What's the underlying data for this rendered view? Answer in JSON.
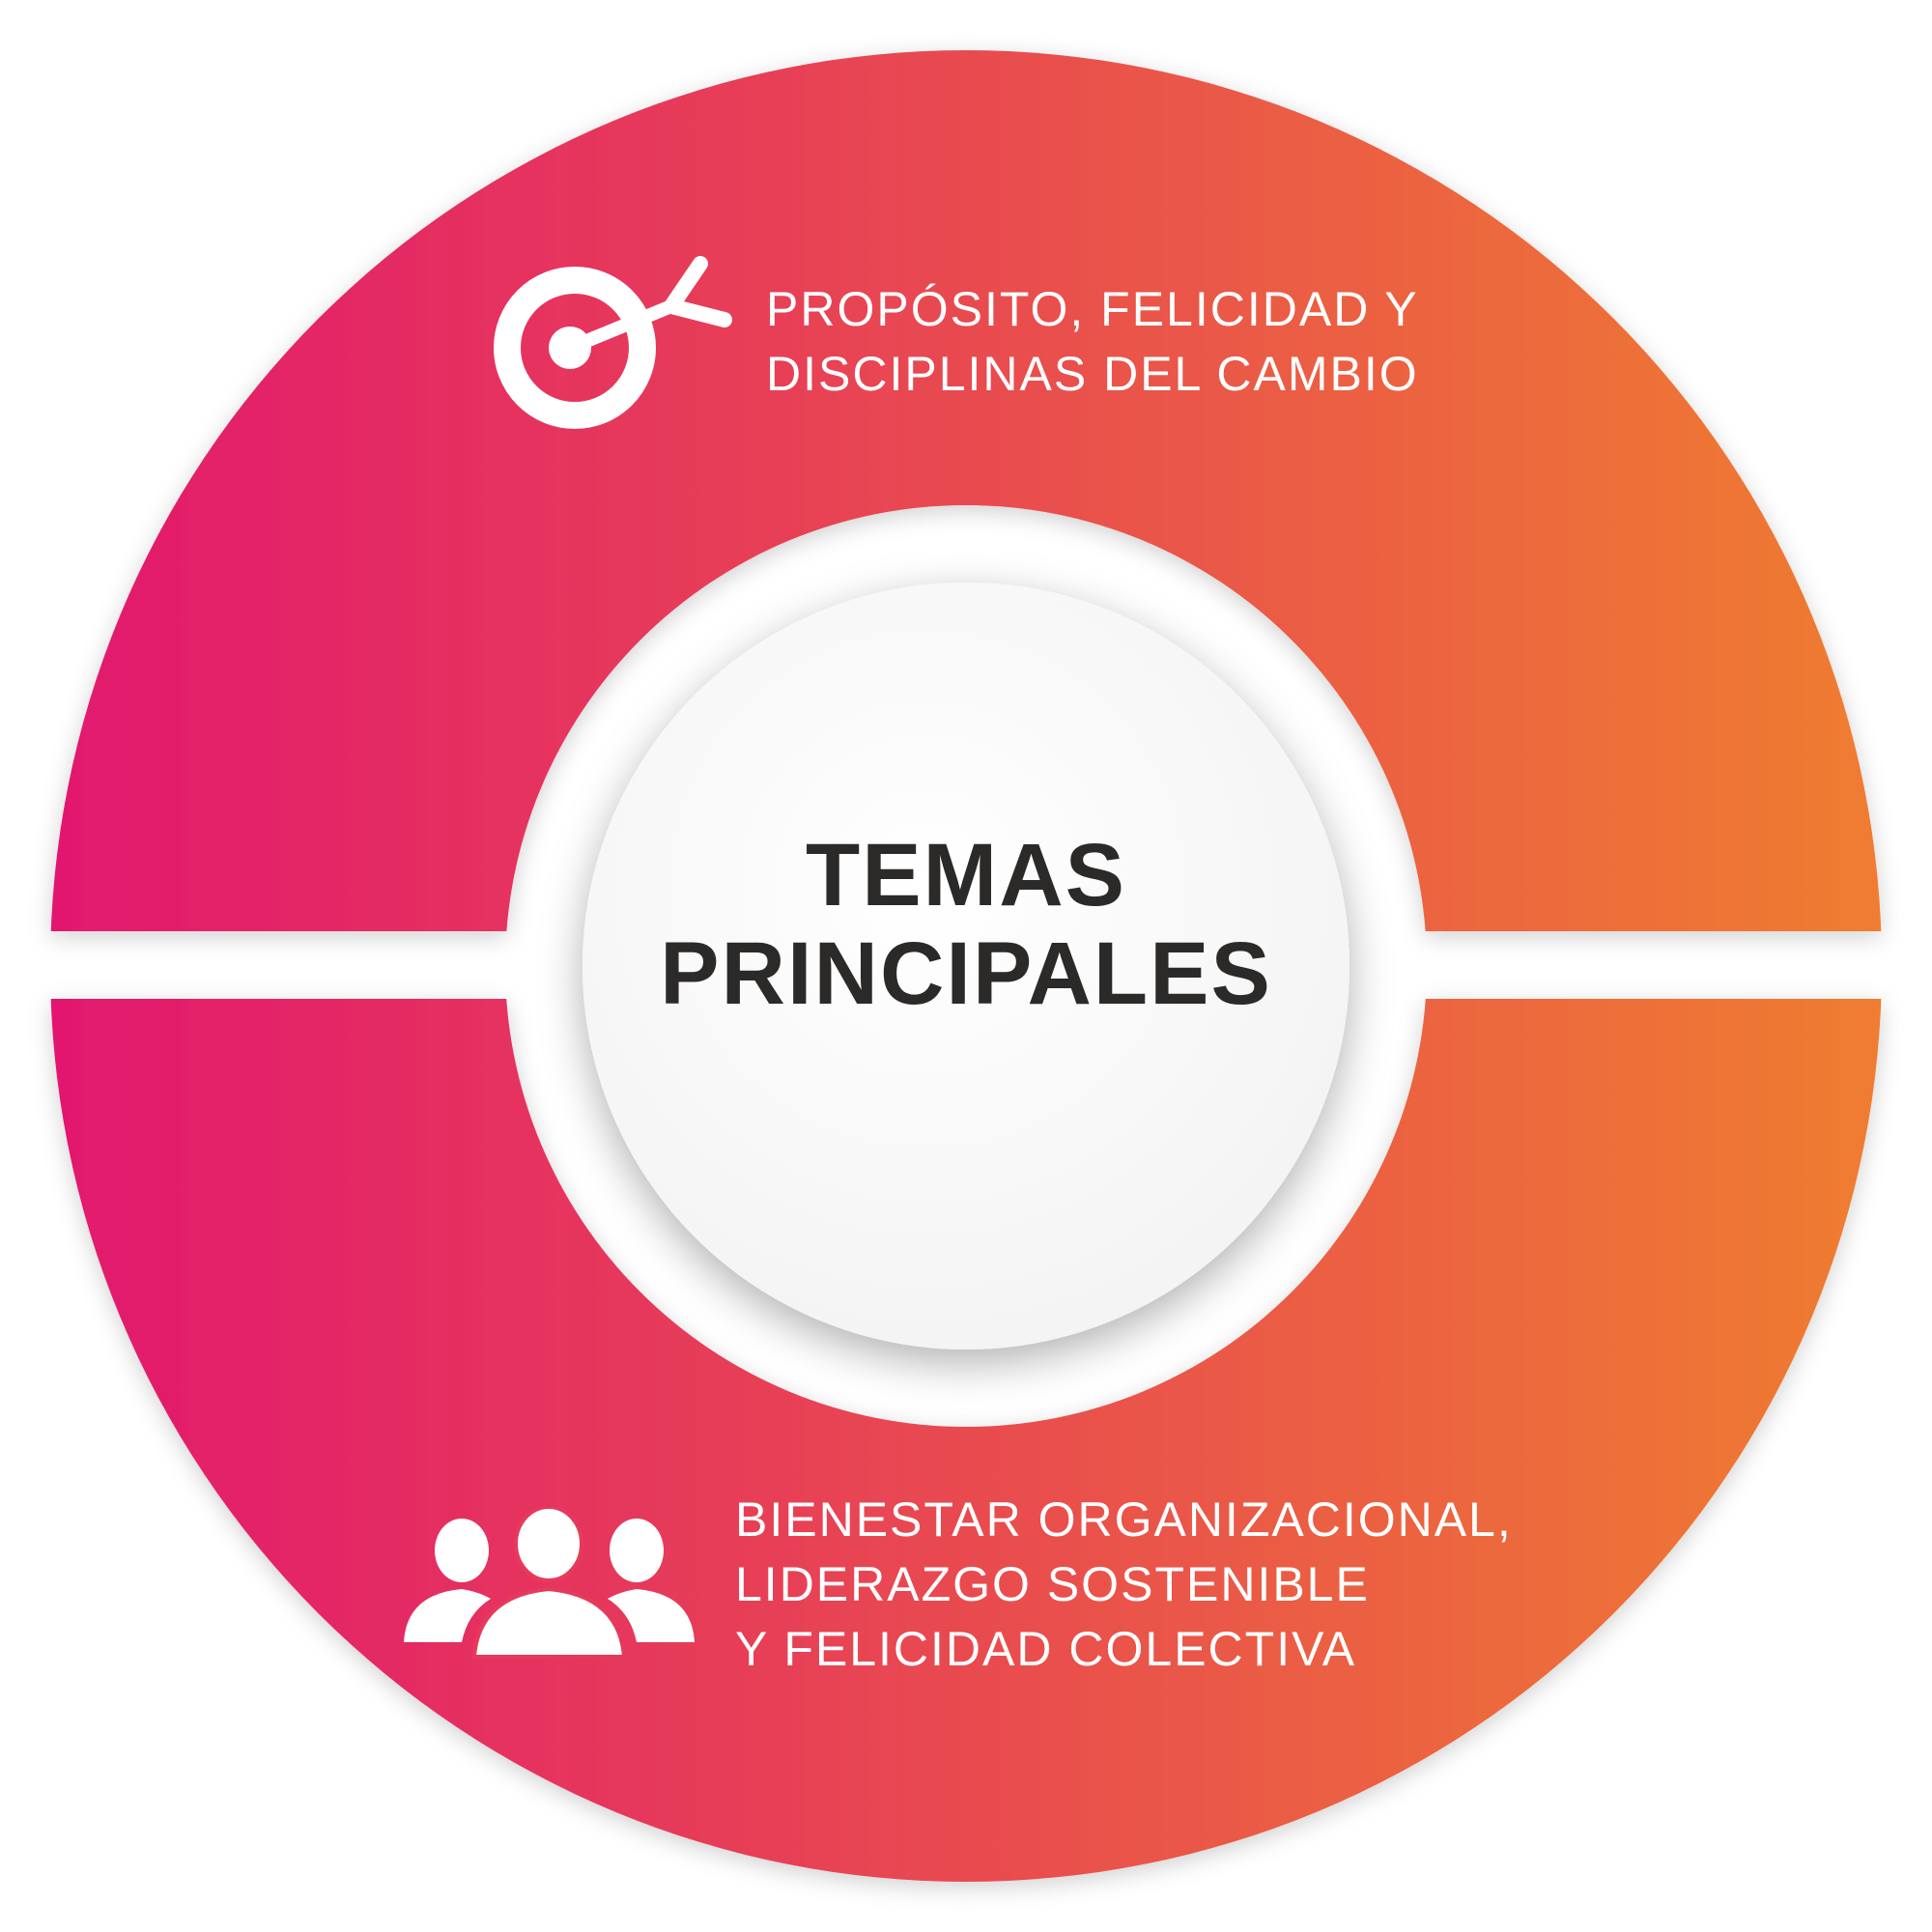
{
  "center": {
    "line1": "TEMAS",
    "line2": "PRINCIPALES"
  },
  "top_section": {
    "icon": "target-icon",
    "lines": [
      "PROPÓSITO, FELICIDAD Y",
      "DISCIPLINAS DEL CAMBIO"
    ]
  },
  "bottom_section": {
    "icon": "people-group-icon",
    "lines": [
      "BIENESTAR ORGANIZACIONAL,",
      "LIDERAZGO SOSTENIBLE",
      "Y FELICIDAD COLECTIVA"
    ]
  },
  "colors": {
    "gradient_start": "#e2186f",
    "gradient_end": "#ef7d30",
    "center_fill": "#f7f7f7",
    "title": "#2b2a29"
  }
}
